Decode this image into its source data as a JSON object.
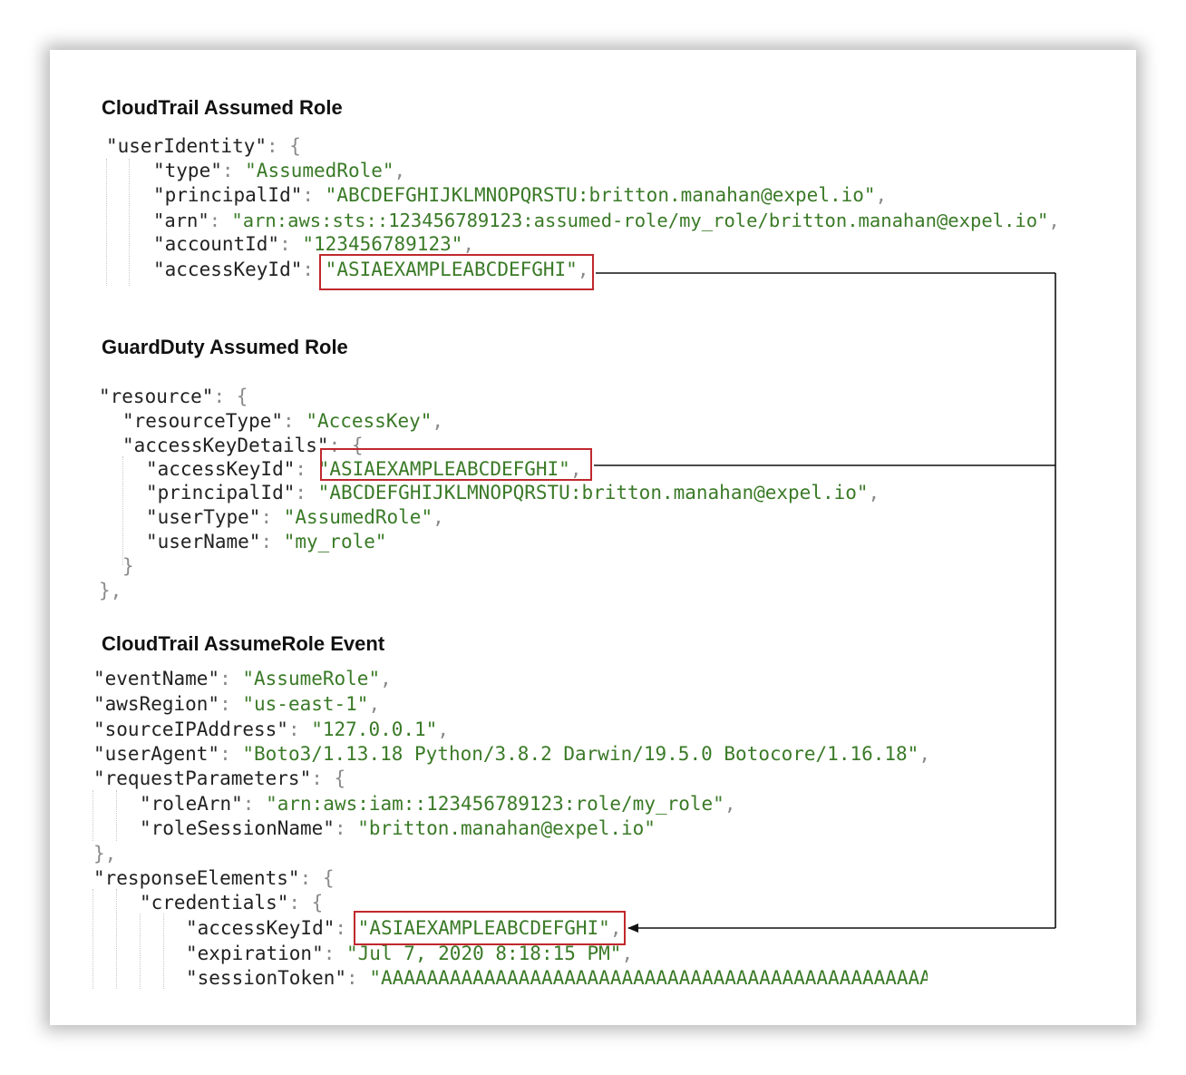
{
  "sections": [
    {
      "title": "CloudTrail Assumed Role"
    },
    {
      "title": "GuardDuty Assumed Role"
    },
    {
      "title": "CloudTrail AssumeRole Event"
    }
  ],
  "cloudtrail_assumed_role": {
    "lines": [
      {
        "key": "\"userIdentity\"",
        "punct": ": {",
        "value": "",
        "tail": ""
      },
      {
        "key": "\"type\"",
        "punct": ": ",
        "value": "\"AssumedRole\"",
        "tail": ","
      },
      {
        "key": "\"principalId\"",
        "punct": ": ",
        "value": "\"ABCDEFGHIJKLMNOPQRSTU:britton.manahan@expel.io\"",
        "tail": ","
      },
      {
        "key": "\"arn\"",
        "punct": ": ",
        "value": "\"arn:aws:sts::123456789123:assumed-role/my_role/britton.manahan@expel.io\"",
        "tail": ","
      },
      {
        "key": "\"accountId\"",
        "punct": ": ",
        "value": "\"123456789123\"",
        "tail": ","
      },
      {
        "key": "\"accessKeyId\"",
        "punct": ": ",
        "value": "\"ASIAEXAMPLEABCDEFGHI\"",
        "tail": ","
      }
    ]
  },
  "guardduty_assumed_role": {
    "lines": [
      {
        "key": "\"resource\"",
        "punct": ": {",
        "value": "",
        "tail": ""
      },
      {
        "key": "\"resourceType\"",
        "punct": ": ",
        "value": "\"AccessKey\"",
        "tail": ","
      },
      {
        "key": "\"accessKeyDetails\"",
        "punct": ": {",
        "value": "",
        "tail": ""
      },
      {
        "key": "\"accessKeyId\"",
        "punct": ": ",
        "value": "\"ASIAEXAMPLEABCDEFGHI\"",
        "tail": ","
      },
      {
        "key": "\"principalId\"",
        "punct": ": ",
        "value": "\"ABCDEFGHIJKLMNOPQRSTU:britton.manahan@expel.io\"",
        "tail": ","
      },
      {
        "key": "\"userType\"",
        "punct": ": ",
        "value": "\"AssumedRole\"",
        "tail": ","
      },
      {
        "key": "\"userName\"",
        "punct": ": ",
        "value": "\"my_role\"",
        "tail": ""
      },
      {
        "key": "",
        "punct": "}",
        "value": "",
        "tail": ""
      },
      {
        "key": "",
        "punct": "},",
        "value": "",
        "tail": ""
      }
    ]
  },
  "cloudtrail_assumerole_event": {
    "lines": [
      {
        "key": "\"eventName\"",
        "punct": ": ",
        "value": "\"AssumeRole\"",
        "tail": ","
      },
      {
        "key": "\"awsRegion\"",
        "punct": ": ",
        "value": "\"us-east-1\"",
        "tail": ","
      },
      {
        "key": "\"sourceIPAddress\"",
        "punct": ": ",
        "value": "\"127.0.0.1\"",
        "tail": ","
      },
      {
        "key": "\"userAgent\"",
        "punct": ": ",
        "value": "\"Boto3/1.13.18 Python/3.8.2 Darwin/19.5.0 Botocore/1.16.18\"",
        "tail": ","
      },
      {
        "key": "\"requestParameters\"",
        "punct": ": {",
        "value": "",
        "tail": ""
      },
      {
        "key": "\"roleArn\"",
        "punct": ": ",
        "value": "\"arn:aws:iam::123456789123:role/my_role\"",
        "tail": ","
      },
      {
        "key": "\"roleSessionName\"",
        "punct": ": ",
        "value": "\"britton.manahan@expel.io\"",
        "tail": ""
      },
      {
        "key": "",
        "punct": "},",
        "value": "",
        "tail": ""
      },
      {
        "key": "\"responseElements\"",
        "punct": ": {",
        "value": "",
        "tail": ""
      },
      {
        "key": "\"credentials\"",
        "punct": ": {",
        "value": "",
        "tail": ""
      },
      {
        "key": "\"accessKeyId\"",
        "punct": ": ",
        "value": "\"ASIAEXAMPLEABCDEFGHI\"",
        "tail": ","
      },
      {
        "key": "\"expiration\"",
        "punct": ": ",
        "value": "\"Jul 7, 2020 8:18:15 PM\"",
        "tail": ","
      },
      {
        "key": "\"sessionToken\"",
        "punct": ": ",
        "value": "\"AAAAAAAAAAAAAAAAAAAAAAAAAAAAAAAAAAAAAAAAAAAAAAAAAA",
        "tail": ""
      }
    ]
  },
  "colors": {
    "string": "#3a7a27",
    "key": "#222222",
    "punctuation": "#8a8a8a",
    "highlight_box": "#c0282d",
    "connector": "#111111"
  }
}
